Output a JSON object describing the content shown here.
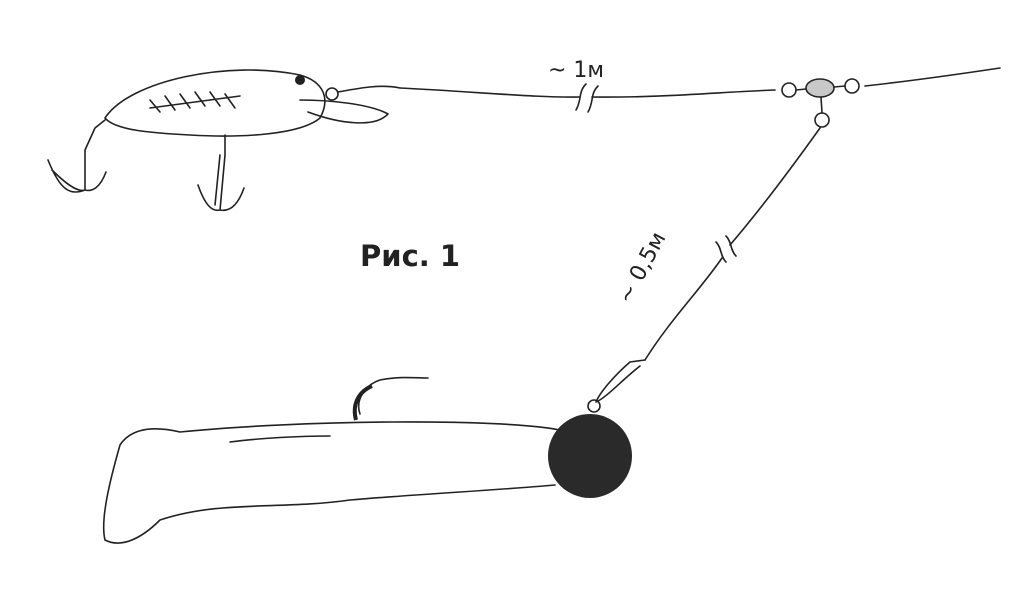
{
  "figure": {
    "caption": "Рис. 1",
    "main_line_label": "~ 1м",
    "leader_label": "~ 0,5м"
  },
  "colors": {
    "ink": "#222222",
    "swivel": "#c8c8c8",
    "sinker": "#2a2a2a"
  }
}
